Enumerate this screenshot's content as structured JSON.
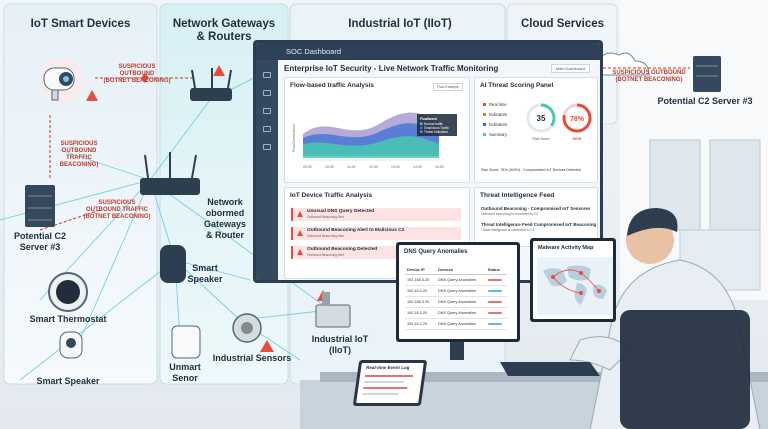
{
  "columns": {
    "iot_devices": "IoT Smart Devices",
    "gateways": "Network Gateways\n& Routers",
    "iiot": "Industrial IoT (IIoT)",
    "cloud": "Cloud Services"
  },
  "labels": {
    "suspicious_left": "SUSPICIOUS OUTBOUND\n(BOTNET BEACONING)",
    "suspicious_vertical": "SUSPICIOUS\nOUTBOUND\nTRAFFIC\nBEACONING)",
    "suspicious_mid": "SUSPICIOUS\nOUTBOUND TRAFFIC\n(BOTNET BEACONING)",
    "suspicious_right": "SUSPICIOUS OUTBOUND\n(BOTNET BEACONING)",
    "c2_left": "Potential C2\nServer #3",
    "c2_right": "Potential C2 Server #3",
    "router_center": "Network\nobormed Gateways\n& Router",
    "smart_thermostat": "Smart Thermostat",
    "smart_speaker_left": "Smart Speaker",
    "smart_speaker_mid": "Smart\nSpeaker",
    "unmart_senor": "Unmart\nSenor",
    "industrial_sensors": "Industrial Sensors",
    "iiot_device": "Industrial IoT (IIoT)"
  },
  "dashboard": {
    "window_title": "SOC Dashboard",
    "title": "Enterprise IoT Security - Live Network Traffic Monitoring",
    "top_button": "Main Dashboard",
    "flow_panel": {
      "title": "Flow-based traffic Analysis",
      "dropdown": "Flow Example",
      "ylabel": "Flow/Connections",
      "ticks": [
        "09:00",
        "10:00",
        "11:00",
        "12:00",
        "13:00",
        "14:00",
        "15:00"
      ],
      "legend_title": "FlowBased",
      "legend": [
        "Normal traffic",
        "Suspicious Traffic",
        "Threat Indicators"
      ]
    },
    "threat_panel": {
      "title": "AI Threat Scoring Panel",
      "items": [
        "Real time",
        "Indicators",
        "Indicators",
        "Summary"
      ],
      "score1": "35",
      "score1_label": "Risk Score",
      "score2": "78%",
      "score2_label": "HIGH",
      "risk_text": "Risk Score: 78% (HIGH) - Compromised IoT Devices Detected"
    },
    "iot_analysis": {
      "title": "IoT Device Traffic Analysis",
      "alerts": [
        {
          "title": "Unusual DNS Query Detected",
          "sub": "Outbound Beaconing Alert"
        },
        {
          "title": "Outbound Beaconing Alert to Malicious C2",
          "sub": "Outbound Beaconing Alert"
        },
        {
          "title": "Outbound Beaconing Detected",
          "sub": "Outbound Beaconing Alert"
        }
      ]
    },
    "intel_feed": {
      "title": "Threat Intelligence Feed",
      "items": [
        {
          "title": "Outbound Beaconing - Compromised IoT Sensores",
          "sub": "Outbound beaconing is connected to C2"
        },
        {
          "title": "Threat Intelligence Feed Compromised IoT Beaconing",
          "sub": "Threat intelligence is connected to C2"
        }
      ]
    }
  },
  "dns_monitor": {
    "title": "DNS Query Anomalies",
    "headers": [
      "Device IP",
      "Devices",
      "Status"
    ],
    "rows": [
      [
        "192.168.3.20",
        "DNS Query Anomalies"
      ],
      [
        "192.16.3.20",
        "DNS Query Anomalies"
      ],
      [
        "192.168.3.20",
        "DNS Query Anomalies"
      ],
      [
        "192.16.3.20",
        "DNS Query Anomalies"
      ],
      [
        "192.16.3.20",
        "DNS Query Anomalies"
      ]
    ]
  },
  "malware_monitor": {
    "title": "Malware Activity Map"
  },
  "tablet": {
    "title": "Real-time Event Log"
  },
  "colors": {
    "alert": "#e74c3c",
    "accent": "#2f4158",
    "flow_teal": "#48c9b0",
    "flow_blue": "#3b6fd6",
    "flow_purple": "#8e7cc3"
  }
}
